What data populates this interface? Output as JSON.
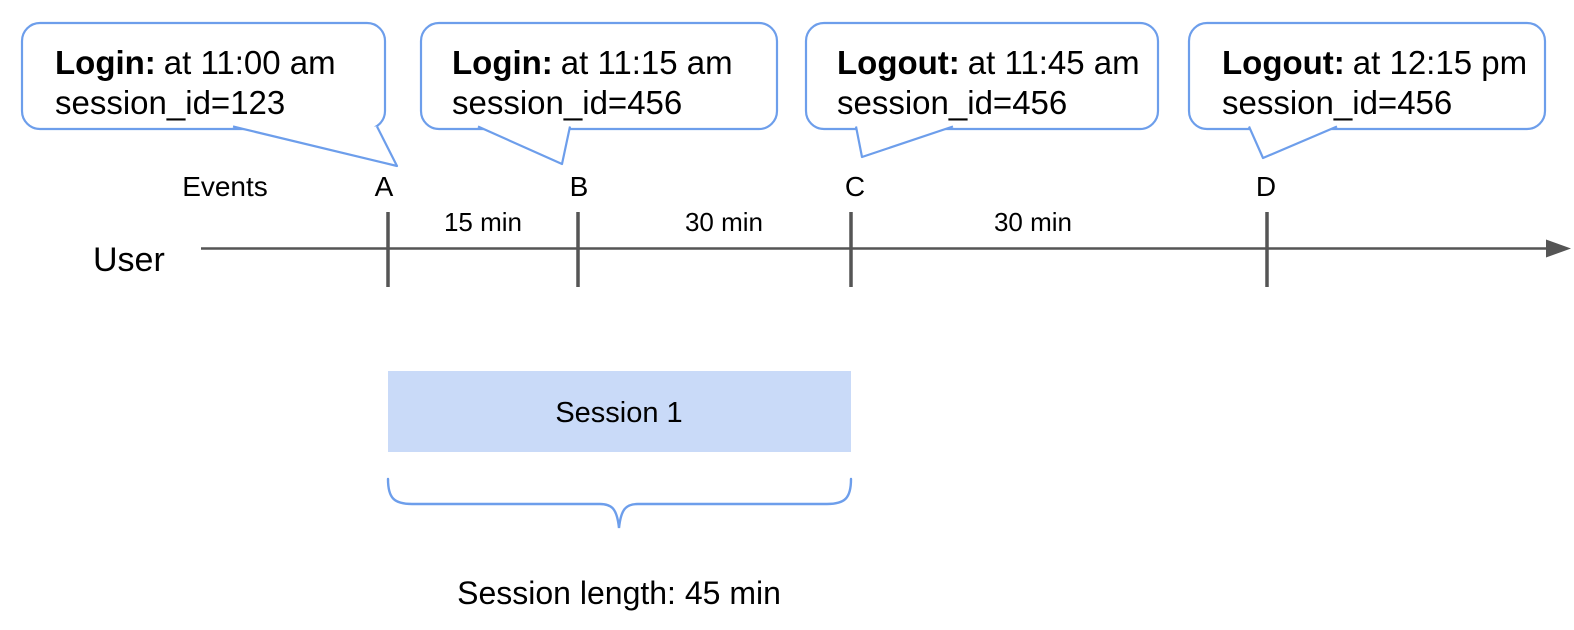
{
  "colors": {
    "callout_border": "#6d9eeb",
    "brace_blue": "#6d9eeb",
    "session_box_fill": "#c9daf8",
    "timeline_gray": "#555555",
    "text_black": "#000000",
    "background": "#ffffff"
  },
  "callouts": [
    {
      "event": "A",
      "title": "Login:",
      "time": "at 11:00 am",
      "detail": "session_id=123"
    },
    {
      "event": "B",
      "title": "Login:",
      "time": "at 11:15 am",
      "detail": "session_id=456"
    },
    {
      "event": "C",
      "title": "Logout:",
      "time": "at 11:45 am",
      "detail": "session_id=456"
    },
    {
      "event": "D",
      "title": "Logout:",
      "time": "at 12:15 pm",
      "detail": "session_id=456"
    }
  ],
  "timeline": {
    "events_label": "Events",
    "user_label": "User",
    "markers": [
      "A",
      "B",
      "C",
      "D"
    ],
    "intervals": [
      "15 min",
      "30 min",
      "30 min"
    ]
  },
  "session": {
    "box_label": "Session 1",
    "length_label": "Session length: 45 min"
  }
}
